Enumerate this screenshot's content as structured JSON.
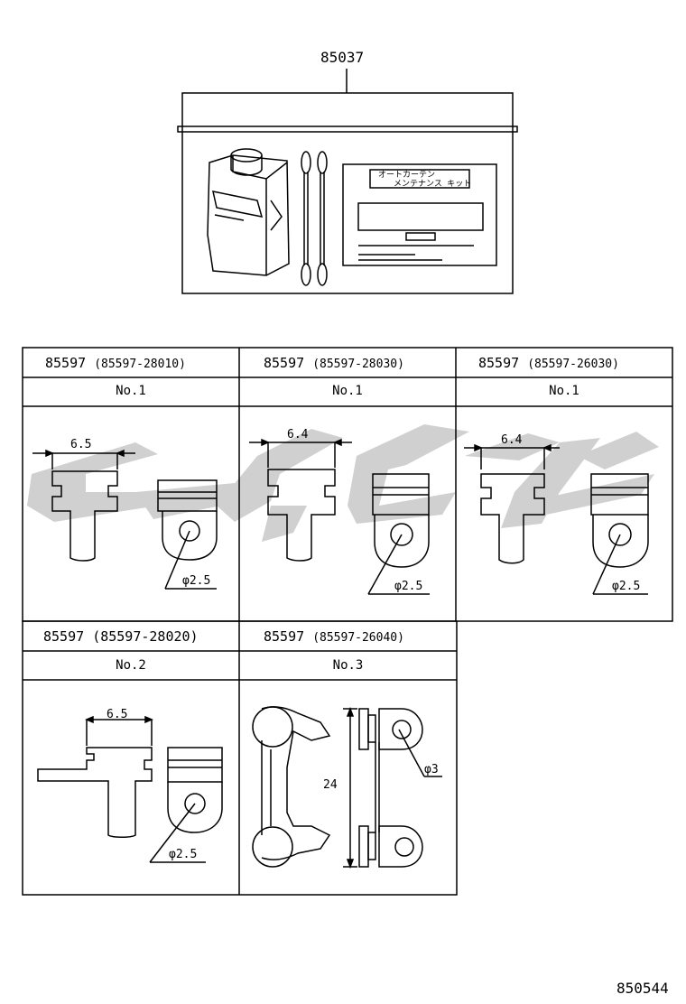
{
  "kit": {
    "part_number": "85037",
    "label_line1": "オートカーテン",
    "label_line2": "メンテナンス キット"
  },
  "cells": [
    {
      "part": "85597",
      "sub": "(85597-28010)",
      "no": "No.1",
      "dim": "6.5",
      "dia": "φ2.5"
    },
    {
      "part": "85597",
      "sub": "(85597-28030)",
      "no": "No.1",
      "dim": "6.4",
      "dia": "φ2.5"
    },
    {
      "part": "85597",
      "sub": "(85597-26030)",
      "no": "No.1",
      "dim": "6.4",
      "dia": "φ2.5"
    },
    {
      "part": "85597",
      "sub": "(85597-28020)",
      "no": "No.2",
      "dim": "6.5",
      "dia": "φ2.5"
    },
    {
      "part": "85597",
      "sub": "(85597-26040)",
      "no": "No.3",
      "dim": "24",
      "dia": "φ3"
    }
  ],
  "footer": {
    "code": "850544"
  },
  "colors": {
    "line": "#000000",
    "watermark": "#c8c8c8"
  }
}
